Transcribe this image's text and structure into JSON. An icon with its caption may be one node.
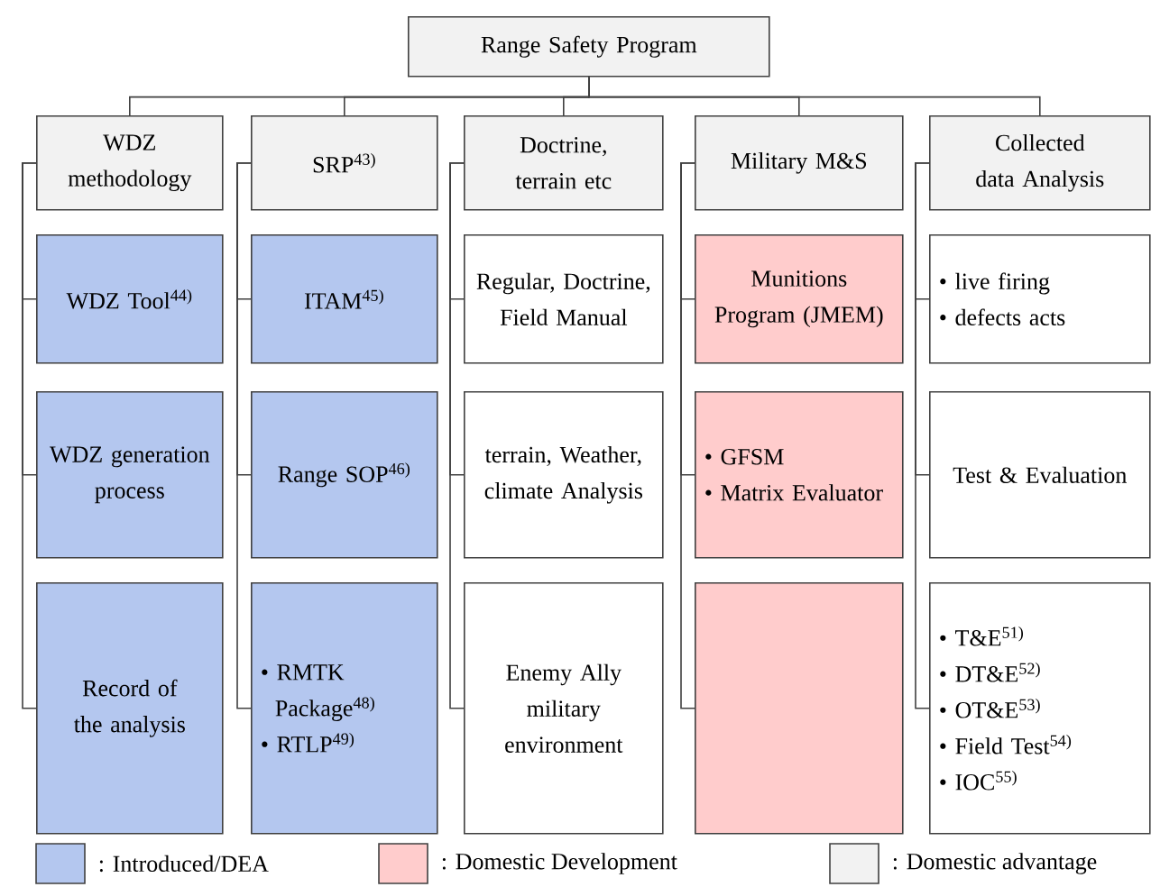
{
  "diagram": {
    "nodes": [
      {
        "text": [
          "Range Safety Program"
        ]
      },
      {
        "text": [
          "WDZ methodology"
        ]
      },
      {
        "text": [
          "SRP$^{43)}$"
        ]
      },
      {
        "text": [
          "Doctrine, terrain etc"
        ]
      },
      {
        "text": [
          "Military M&S"
        ]
      },
      {
        "text": [
          "Collected data Analysis"
        ]
      },
      {
        "text": [
          "WDZ Tool$^{44)}$"
        ]
      },
      {
        "text": [
          "ITAM$^{45)}$"
        ]
      },
      {
        "text": [
          "Regular, Doctrine, Field Manual"
        ]
      },
      {
        "text": [
          "Munitions Program (JMEM)"
        ]
      },
      {
        "text": [
          "• live firing",
          "• defects acts"
        ]
      },
      {
        "text": [
          "WDZ generation process"
        ]
      },
      {
        "text": [
          "Range SOP$^{46)}$"
        ]
      },
      {
        "text": [
          "terrain, Weather, climate Analysis"
        ]
      },
      {
        "text": [
          "• GFSM",
          "• Matrix Evaluator"
        ]
      },
      {
        "text": [
          "Test & Evaluation"
        ]
      },
      {
        "text": [
          "Record of the analysis"
        ]
      },
      {
        "text": [
          "• RMTK Package$^{48)}$",
          "• RTLP$^{49)}$"
        ]
      },
      {
        "text": [
          "Enemy Ally military environment"
        ]
      },
      {
        "text": [],
        "shape": "box"
      },
      {
        "text": [
          "• T&E$^{51)}$",
          "• DT&E$^{52)}$",
          "• OT&E$^{53)}$",
          "• Field Test$^{54)}$",
          "• IOC$^{55)}$"
        ]
      }
    ],
    "edges": [
      {
        "from": 0,
        "to": 1,
        "arrow": "none"
      },
      {
        "from": 0,
        "to": 2,
        "arrow": "none"
      },
      {
        "from": 0,
        "to": 3,
        "arrow": "none"
      },
      {
        "from": 0,
        "to": 4,
        "arrow": "none"
      },
      {
        "from": 0,
        "to": 5,
        "arrow": "none"
      },
      {
        "from": 1,
        "to": 6,
        "arrow": "none"
      },
      {
        "from": 1,
        "to": 11,
        "arrow": "none"
      },
      {
        "from": 1,
        "to": 16,
        "arrow": "none"
      },
      {
        "from": 2,
        "to": 7,
        "arrow": "none"
      },
      {
        "from": 2,
        "to": 12,
        "arrow": "none"
      },
      {
        "from": 2,
        "to": 17,
        "arrow": "none"
      },
      {
        "from": 3,
        "to": 8,
        "arrow": "none"
      },
      {
        "from": 3,
        "to": 13,
        "arrow": "none"
      },
      {
        "from": 3,
        "to": 18,
        "arrow": "none"
      },
      {
        "from": 4,
        "to": 9,
        "arrow": "none"
      },
      {
        "from": 4,
        "to": 14,
        "arrow": "none"
      },
      {
        "from": 4,
        "to": 19,
        "arrow": "none"
      },
      {
        "from": 5,
        "to": 10,
        "arrow": "none"
      },
      {
        "from": 5,
        "to": 15,
        "arrow": "none"
      },
      {
        "from": 5,
        "to": 20,
        "arrow": "none"
      }
    ],
    "legend": [
      {
        "text": ": Introduced/DEA",
        "color": "#b4c7ef"
      },
      {
        "text": ": Domestic Development",
        "color": "#ffcccc"
      },
      {
        "text": ": Domestic advantage",
        "color": "#f2f2f2"
      }
    ]
  }
}
